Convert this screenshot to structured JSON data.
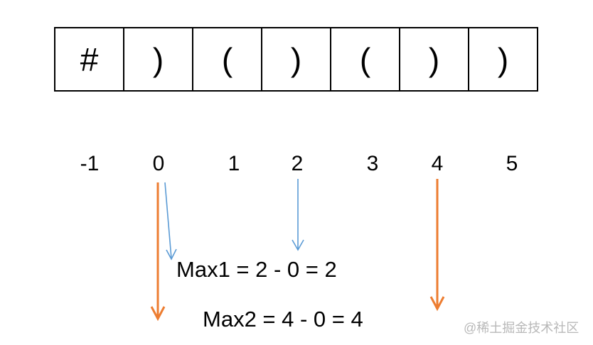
{
  "cells": [
    "#",
    ")",
    "(",
    ")",
    "(",
    ")",
    ")"
  ],
  "indices": [
    "-1",
    "0",
    "1",
    "2",
    "3",
    "4",
    "5"
  ],
  "equations": {
    "max1": "Max1 = 2 - 0 = 2",
    "max2": "Max2 = 4 - 0 = 4"
  },
  "colors": {
    "blue_arrow": "#5b9bd5",
    "orange_arrow": "#ed7d31"
  },
  "watermark": "@稀土掘金技术社区"
}
